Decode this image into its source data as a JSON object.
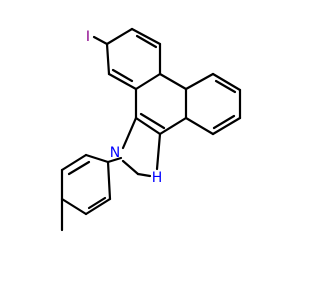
{
  "structure": {
    "labels": {
      "iodine": "I",
      "imine_nitrogen": "N",
      "amine_nitrogen": "H"
    },
    "colors": {
      "bond": "#000000",
      "iodine": "#8b008b",
      "nitrogen": "#0000ff",
      "background": "#ffffff"
    }
  }
}
